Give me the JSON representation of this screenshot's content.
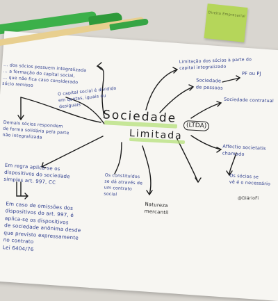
{
  "sticky_note": {
    "text": "Direito Empresarial"
  },
  "center": {
    "line1": "Sociedade",
    "line2": "Limitada",
    "abbr": "(LTDA)"
  },
  "notes": {
    "top_left": "... dos sócios possuem integralizada\n... a formação do capital social,\n... que não fica caso considerado\nsócio remisso",
    "left_mid": "Demais sócios respondem\nde forma solidária pela parte\nnão integralizada",
    "capital": "O capital social é dividido\nem quotas, iguais ou\ndesiguais",
    "aplica": "Em regra aplica-se os\ndispositivos do sociedade\nsimples art. 997, CC",
    "omissao": "Em caso de omissões dos\ndispositivos do art. 997, é\naplica-se os dispositivos\nde sociedade anônima desde\nque previsto expressamente\nno contrato\nLei 6404/76",
    "constituicao": "Os constituídos\nse dá através de\num contrato\nsocial",
    "natureza": "Natureza\nmercantil",
    "limitacao": "Limitação dos sócios à parte do\ncapital integralizado",
    "sociedade_pessoas": "Sociedade\nde pessoas",
    "pf_pj": "PF ou PJ",
    "contratual": "Sociedade contratual",
    "affectio": "Affectio societatis\nchamado",
    "socios": "Os sócios se\nvê é o necessário",
    "signature": "@DiárioFi"
  }
}
